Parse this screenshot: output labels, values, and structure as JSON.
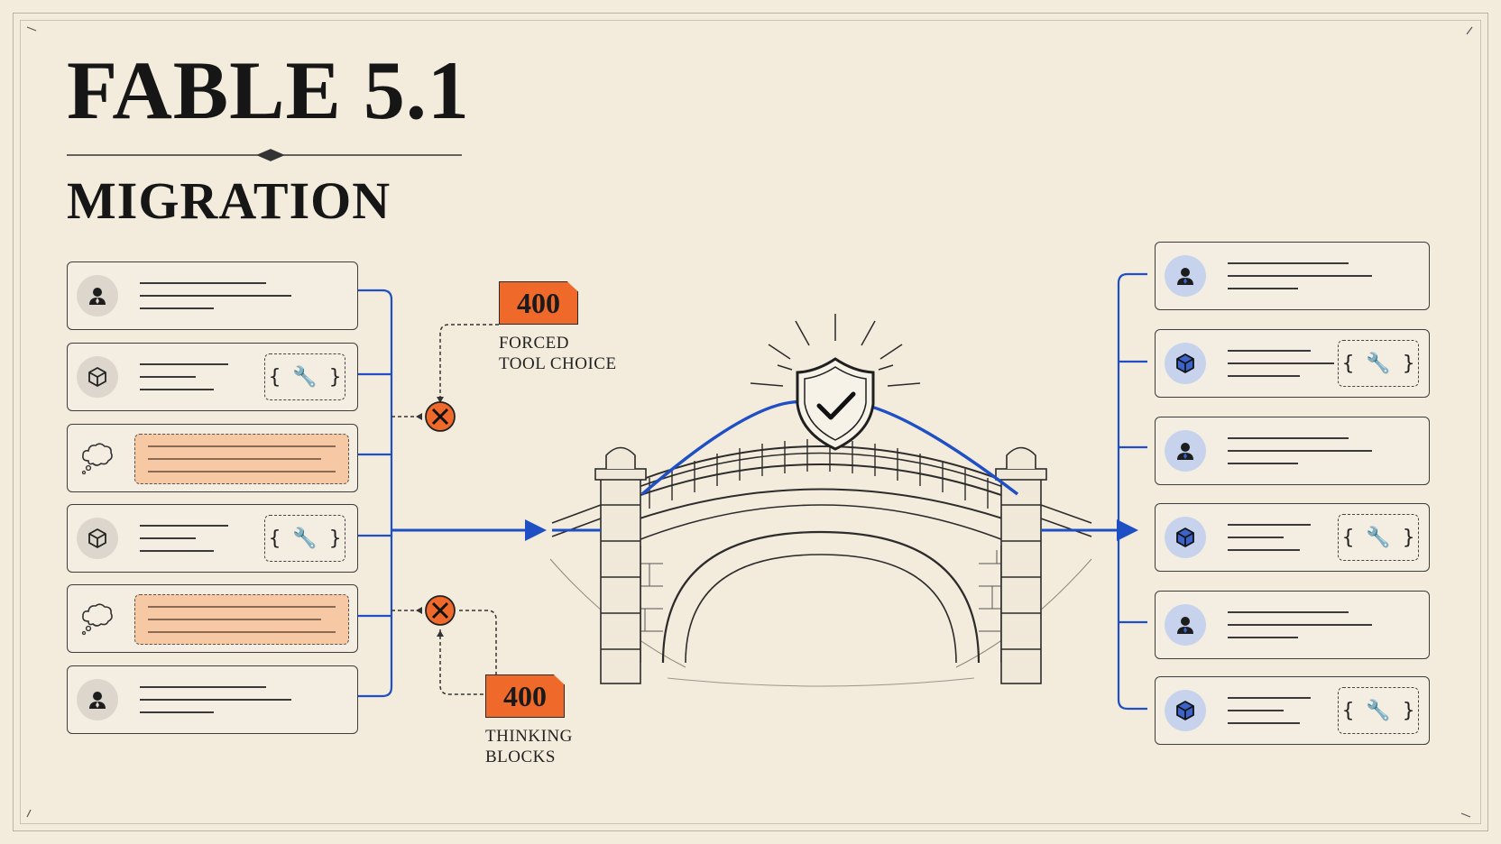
{
  "title": "FABLE 5.1",
  "subtitle": "MIGRATION",
  "errors": [
    {
      "code": "400",
      "label_line1": "FORCED",
      "label_line2": "TOOL CHOICE"
    },
    {
      "code": "400",
      "label_line1": "THINKING",
      "label_line2": "BLOCKS"
    }
  ],
  "tool_glyph": "{ 🔧 }",
  "left_cards": [
    {
      "kind": "user",
      "icon": "user-icon"
    },
    {
      "kind": "tool",
      "icon": "cube-icon"
    },
    {
      "kind": "thinking",
      "icon": "thought-cloud-icon"
    },
    {
      "kind": "tool",
      "icon": "cube-icon"
    },
    {
      "kind": "thinking",
      "icon": "thought-cloud-icon"
    },
    {
      "kind": "user",
      "icon": "user-icon"
    }
  ],
  "right_cards": [
    {
      "kind": "user",
      "icon": "user-icon"
    },
    {
      "kind": "tool",
      "icon": "cube-icon"
    },
    {
      "kind": "user",
      "icon": "user-icon"
    },
    {
      "kind": "tool",
      "icon": "cube-icon"
    },
    {
      "kind": "user",
      "icon": "user-icon"
    },
    {
      "kind": "tool",
      "icon": "cube-icon"
    }
  ],
  "colors": {
    "accent_blue": "#1f4fc4",
    "error_orange": "#ef6a2a",
    "paper": "#f3ecdd",
    "ink": "#161616"
  }
}
